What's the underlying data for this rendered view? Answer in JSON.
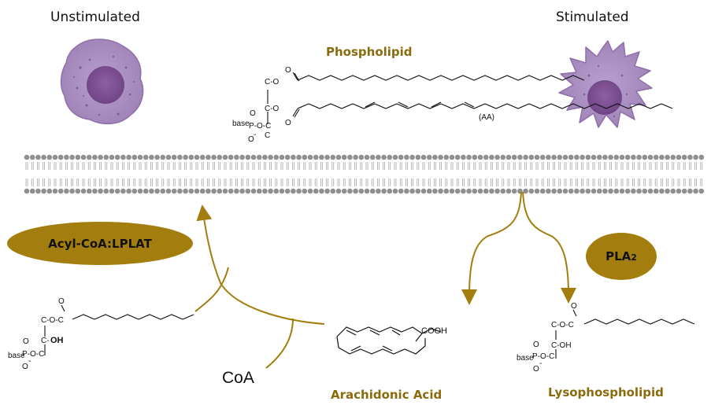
{
  "labels": {
    "unstimulated": "Unstimulated",
    "stimulated": "Stimulated",
    "phospholipid": "Phospholipid",
    "acyl_enzyme": "Acyl-CoA:LPLAT",
    "pla2_main": "PLA",
    "pla2_sub": "2",
    "coa": "CoA",
    "arachidonic_acid": "Arachidonic Acid",
    "lysophospholipid": "Lysophospholipid"
  },
  "chem": {
    "base": "base",
    "p": "P",
    "o": "O",
    "o_minus": "O",
    "minus": "-",
    "c_o": "C-O",
    "c_o_c": "C",
    "o_c": "O",
    "aa": "(AA)",
    "cooh": "COOH",
    "oh": "OH",
    "c_oh": "C-OH",
    "p_o_c": "P-O-C",
    "c_o_c_top": "C-O-C"
  },
  "colors": {
    "cell": "#a98bbf",
    "cell_dark": "#7a4f8f",
    "membrane": "#8f8f8f",
    "accent": "#a37e0f",
    "accent_text": "#8a6b0c"
  }
}
